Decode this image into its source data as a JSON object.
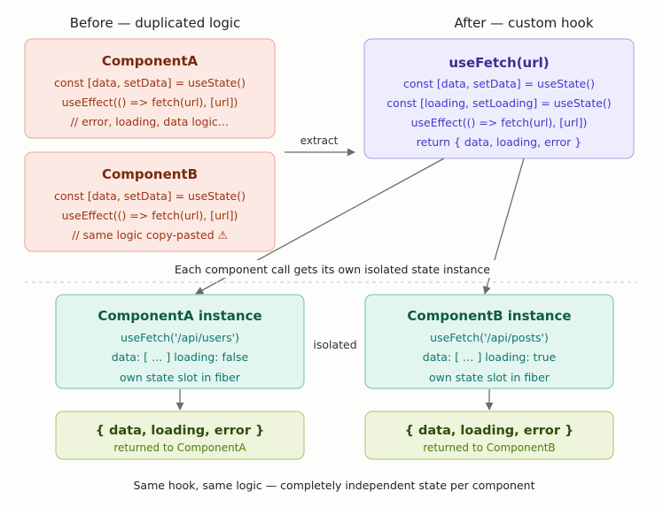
{
  "headings": {
    "before": "Before — duplicated logic",
    "after": "After — custom hook"
  },
  "component_a": {
    "title": "ComponentA",
    "lines": [
      "const [data, setData] = useState()",
      "useEffect(() => fetch(url), [url])",
      "// error, loading, data logic…"
    ]
  },
  "component_b": {
    "title": "ComponentB",
    "lines": [
      "const [data, setData] = useState()",
      "useEffect(() => fetch(url), [url])",
      "// same logic copy-pasted ⚠"
    ]
  },
  "hook": {
    "title": "useFetch(url)",
    "lines": [
      "const [data, setData] = useState()",
      "const [loading, setLoading] = useState()",
      "useEffect(() => fetch(url), [url])",
      "return { data, loading, error }"
    ]
  },
  "extract_label": "extract",
  "isolation_note": "Each component call gets its own isolated state instance",
  "instance_a": {
    "title": "ComponentA instance",
    "lines": [
      "useFetch('/api/users')",
      "data: [ … ] loading: false",
      "own state slot in fiber"
    ]
  },
  "instance_b": {
    "title": "ComponentB instance",
    "lines": [
      "useFetch('/api/posts')",
      "data: [ … ] loading: true",
      "own state slot in fiber"
    ]
  },
  "isolated_label": "isolated",
  "result_a": {
    "title": "{ data, loading, error }",
    "sub": "returned to ComponentA"
  },
  "result_b": {
    "title": "{ data, loading, error }",
    "sub": "returned to ComponentB"
  },
  "footer": "Same hook, same logic — completely independent state per component",
  "colors": {
    "red_fill": "#fce9e3",
    "red_stroke": "#e7a895",
    "red_title": "#7a2a10",
    "red_text": "#9a3412",
    "purple_fill": "#eeedfd",
    "purple_stroke": "#a5a1e6",
    "purple_title": "#3b2f8f",
    "purple_text": "#4338ca",
    "teal_fill": "#e3f5ef",
    "teal_stroke": "#6cc3a4",
    "teal_title": "#0d5c46",
    "teal_text": "#0f766e",
    "green_fill": "#eef5dc",
    "green_stroke": "#a8c474",
    "green_title": "#2f4d0d",
    "green_text": "#4d7c0f",
    "arrow": "#6b6b6b",
    "text": "#222222"
  }
}
